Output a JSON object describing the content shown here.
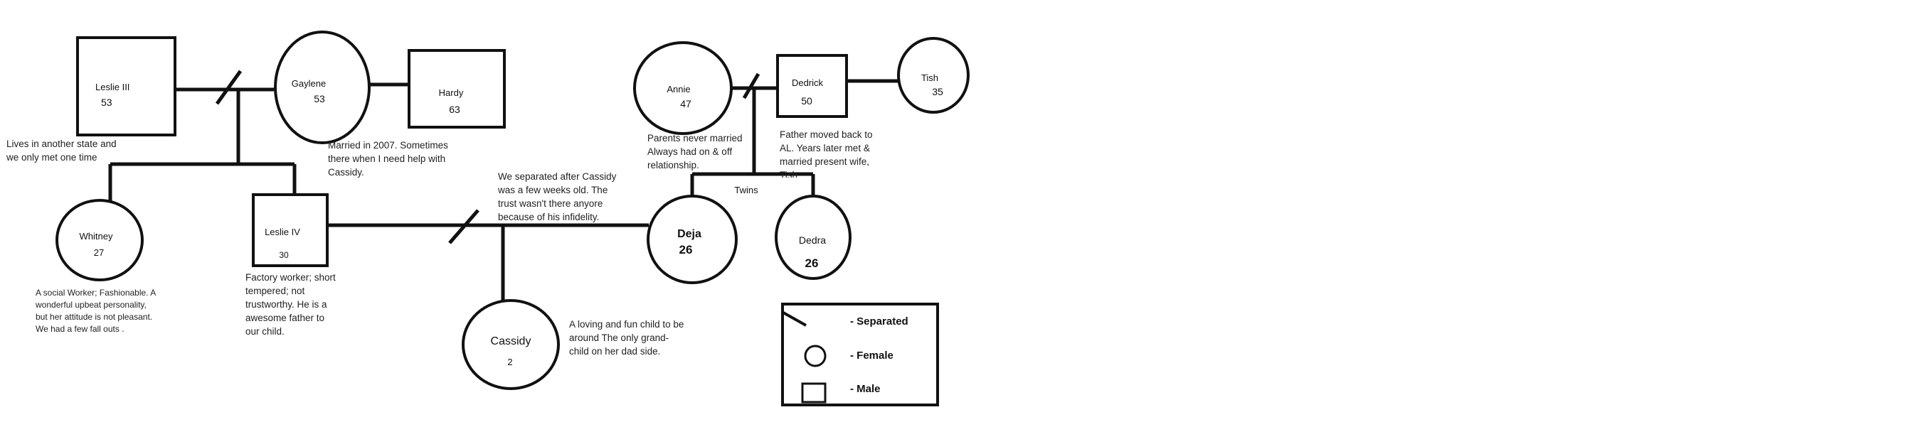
{
  "people": {
    "leslie3": {
      "name": "Leslie III",
      "age": "53"
    },
    "gaylene": {
      "name": "Gaylene",
      "age": "53"
    },
    "hardy": {
      "name": "Hardy",
      "age": "63"
    },
    "annie": {
      "name": "Annie",
      "age": "47"
    },
    "dedrick": {
      "name": "Dedrick",
      "age": "50"
    },
    "tish": {
      "name": "Tish",
      "age": "35"
    },
    "whitney": {
      "name": "Whitney",
      "age": "27"
    },
    "leslie4": {
      "name": "Leslie IV",
      "age": "30"
    },
    "deja": {
      "name": "Deja",
      "age": "26"
    },
    "dedra": {
      "name": "Dedra",
      "age": "26"
    },
    "cassidy": {
      "name": "Cassidy",
      "age": "2"
    }
  },
  "twins_label": "Twins",
  "notes": {
    "leslie3": "Lives in another state and\nwe only met one time",
    "gaylene": "Married in 2007. Sometimes\nthere when I need help with\nCassidy.",
    "annie": "Parents never married\nAlways had on & off\nrelationship.",
    "dedrick": "Father moved back to\nAL. Years later met &\nmarried present wife,\nTish",
    "separation": "We separated after Cassidy\nwas a few weeks old. The\ntrust wasn't there anyore\nbecause of his infidelity.",
    "whitney": "A social Worker; Fashionable. A\nwonderful upbeat personality,\nbut her attitude is not pleasant.\nWe had a few fall outs .",
    "leslie4": "Factory worker; short\ntempered; not\ntrustworthy. He is a\nawesome father to\nour child.",
    "cassidy": "A loving and fun child to be\naround The only grand-\nchild on her dad side."
  },
  "legend": {
    "separated": "- Separated",
    "female": "- Female",
    "male": "- Male"
  },
  "colors": {
    "index_person_fill": "#ee1c25",
    "line": "#111111"
  }
}
